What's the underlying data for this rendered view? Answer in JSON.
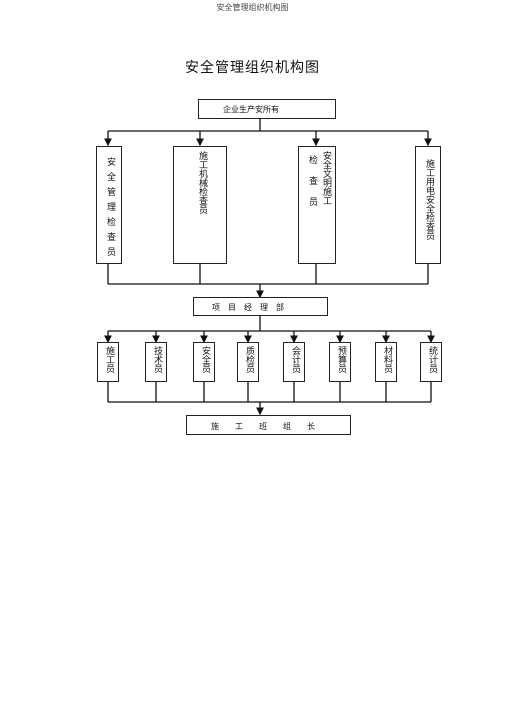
{
  "page_header": "安全管理组织机构图",
  "title": "安全管理组织机构图",
  "root": "企业生产安所有",
  "inspectors": {
    "safety": "安全管理检查员",
    "machinery": "施工机械检查员",
    "civilized_a": "安全文明施工",
    "civilized_b": "检查员",
    "electric": "施工用电安全检查员"
  },
  "manager": "项　目　经　理　部",
  "staff": [
    "施工员",
    "技术员",
    "安全员",
    "质检员",
    "会计员",
    "预算员",
    "材料员",
    "统计员"
  ],
  "team_leader": "施　　工　　班　　组　　长"
}
